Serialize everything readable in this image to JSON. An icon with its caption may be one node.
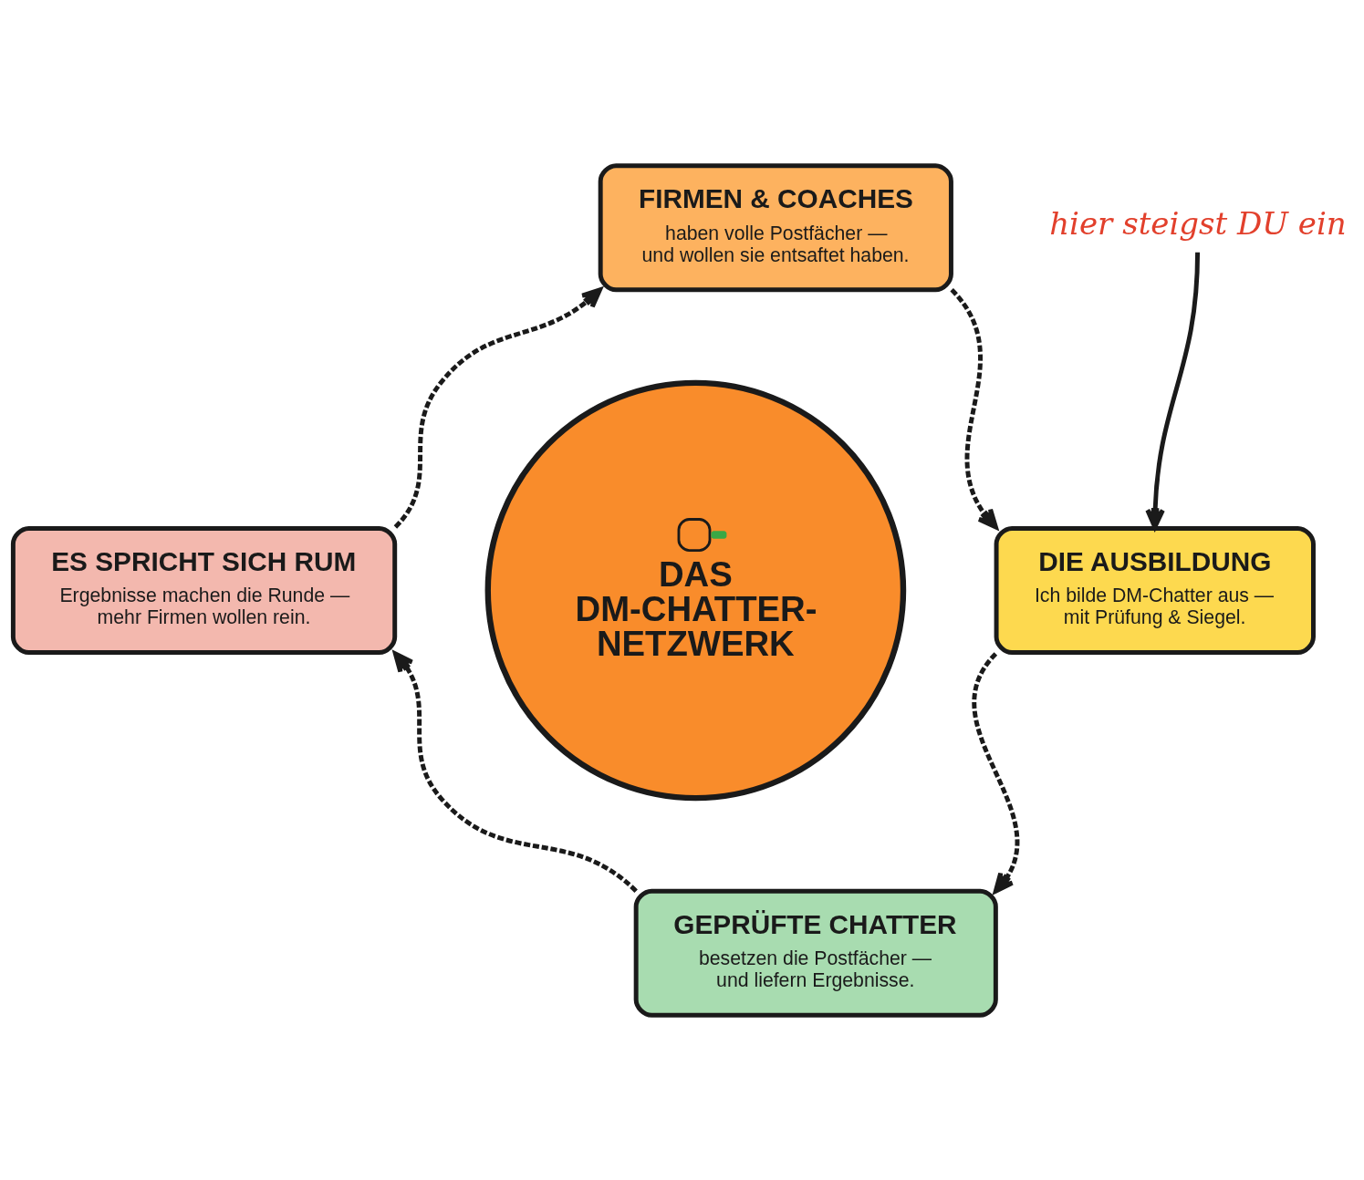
{
  "diagram": {
    "nodes": [
      {
        "text": [
          "FIRMEN & COACHES",
          "haben volle Postfächer — und wollen sie entsaftet haben."
        ]
      },
      {
        "text": [
          "hier steigst DU ein"
        ]
      },
      {
        "text": [
          "DIE AUSBILDUNG",
          "Ich bilde DM-Chatter aus — mit Prüfung & Siegel."
        ]
      },
      {
        "text": [
          "GEPRÜFTE CHATTER",
          "besetzen die Postfächer — und liefern Ergebnisse."
        ]
      },
      {
        "text": [
          "ES SPRICHT SICH RUM",
          "Ergebnisse machen die Runde — mehr Firmen wollen rein."
        ]
      },
      {
        "text": [
          "DAS DM-CHATTER-NETZWERK"
        ]
      }
    ],
    "edges": [
      {
        "from": 0,
        "to": 2,
        "arrow": "to",
        "style": "dashed"
      },
      {
        "from": 1,
        "to": 2,
        "arrow": "to"
      },
      {
        "from": 2,
        "to": 3,
        "arrow": "to",
        "style": "dashed"
      },
      {
        "from": 3,
        "to": 4,
        "arrow": "to",
        "style": "dashed"
      },
      {
        "from": 4,
        "to": 0,
        "arrow": "to",
        "style": "dashed"
      }
    ]
  }
}
